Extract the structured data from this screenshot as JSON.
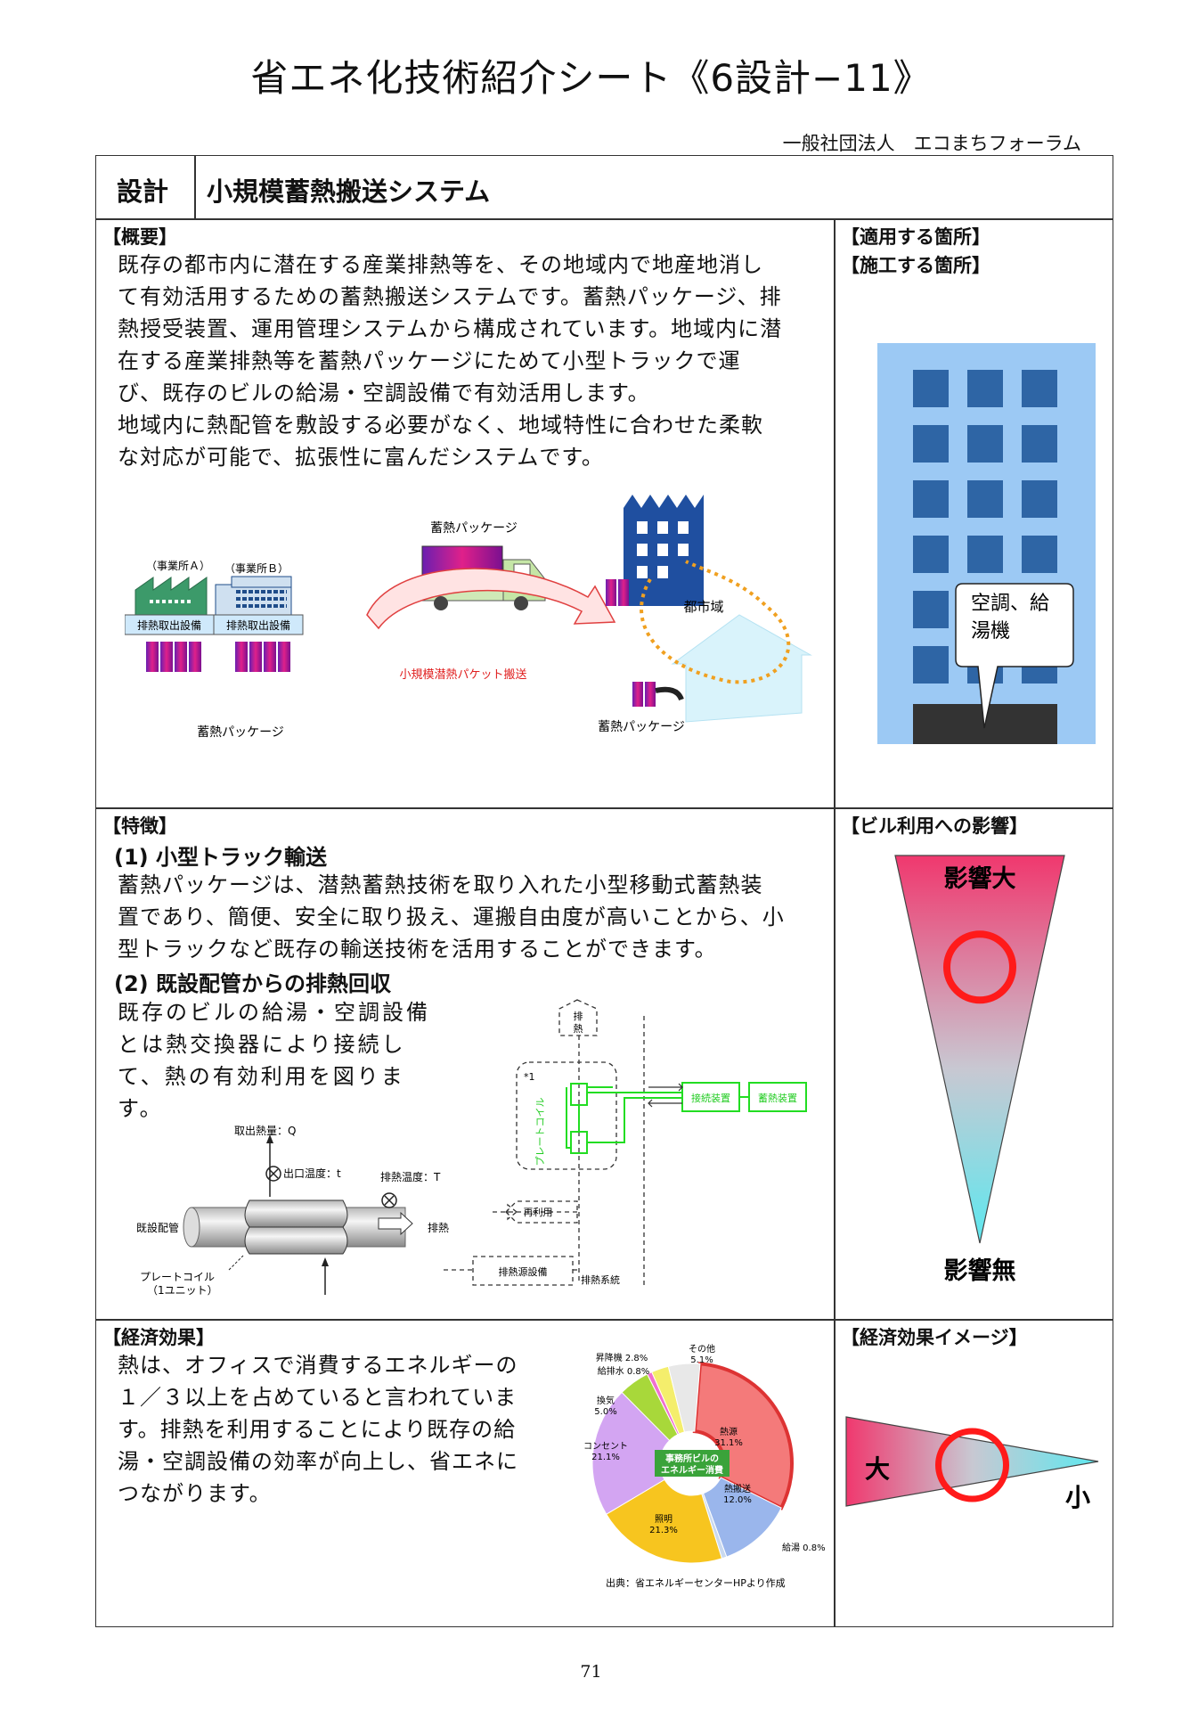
{
  "page": {
    "title": "省エネ化技術紹介シート《6設計−11》",
    "organization": "一般社団法人　エコまちフォーラム",
    "page_number": "71"
  },
  "header": {
    "category": "設計",
    "technology_name": "小規模蓄熱搬送システム"
  },
  "overview": {
    "label": "【概要】",
    "lines": [
      "既存の都市内に潜在する産業排熱等を、その地域内で地産地消し",
      "て有効活用するための蓄熱搬送システムです。蓄熱パッケージ、排",
      "熱授受装置、運用管理システムから構成されています。地域内に潜",
      "在する産業排熱等を蓄熱パッケージにためて小型トラックで運",
      "び、既存のビルの給湯・空調設備で有効活用します。",
      "地域内に熱配管を敷設する必要がなく、地域特性に合わせた柔軟",
      "な対応が可能で、拡張性に富んだシステムです。"
    ],
    "diagram": {
      "truck_label": "蓄熱パッケージ",
      "office_a": "（事業所Ａ）",
      "office_b": "（事業所Ｂ）",
      "equipment_a": "排熱取出設備",
      "equipment_b": "排熱取出設備",
      "packages_left": "蓄熱パッケージ",
      "transport": "小規模潜熱パケット搬送",
      "city_area": "都市域",
      "packages_right": "蓄熱パッケージ"
    }
  },
  "application": {
    "label_1": "【適用する箇所】",
    "label_2": "【施工する箇所】",
    "callout_line1": "空調、給",
    "callout_line2": "湯機"
  },
  "features": {
    "label": "【特徴】",
    "sub1_title": "(1) 小型トラック輸送",
    "sub1_lines": [
      "蓄熱パッケージは、潜熱蓄熱技術を取り入れた小型移動式蓄熱装",
      "置であり、簡便、安全に取り扱え、運搬自由度が高いことから、小",
      "型トラックなど既存の輸送技術を活用することができます。"
    ],
    "sub2_title": "(2) 既設配管からの排熱回収",
    "sub2_lines": [
      "既存のビルの給湯・空調設備",
      "とは熱交換器により接続し",
      "て、熱の有効利用を図りま",
      "す。"
    ],
    "pipe_diagram": {
      "heat_taken": "取出熱量：Q",
      "outlet_temp": "出口温度：t",
      "exhaust_temp": "排熱温度：T",
      "existing_pipe": "既設配管",
      "exhaust": "排熱",
      "plate_coil": "プレートコイル",
      "unit": "（1ユニット）"
    },
    "flow_diagram": {
      "exhaust_vertical": "排熱",
      "mark": "*1",
      "plate_coil_vertical": "プレートコイル",
      "connection_device": "接続装置",
      "storage_device": "蓄熱装置",
      "reuse": "再利用",
      "source_equipment": "排熱源設備",
      "exhaust_system": "排熱系統"
    }
  },
  "impact": {
    "label": "【ビル利用への影響】",
    "top": "影響大",
    "bottom": "影響無",
    "level": 0.15
  },
  "economic": {
    "label": "【経済効果】",
    "lines": [
      "熱は、オフィスで消費するエネルギーの",
      "１／３以上を占めていると言われていま",
      "す。排熱を利用することにより既存の給",
      "湯・空調設備の効率が向上し、省エネに",
      "つながります。"
    ],
    "pie_center_line1": "事務所ビルの",
    "pie_center_line2": "エネルギー消費",
    "source": "出典：省エネルギーセンターHPより作成"
  },
  "economic_image": {
    "label": "【経済効果イメージ】",
    "large": "大",
    "small": "小",
    "level": 0.5
  },
  "colors": {
    "building": "#2e65a5",
    "building_bg": "#9cc9f4",
    "impact_top": "#f0386e",
    "impact_bottom": "#5de8ef",
    "marker": "#ff1a1a",
    "green": "#22dd22"
  },
  "chart_data": {
    "type": "pie",
    "title": "",
    "slices": [
      {
        "label": "熱源",
        "value": 31.1,
        "color": "#f47a7a"
      },
      {
        "label": "熱搬送",
        "value": 12.0,
        "color": "#9ab6ec"
      },
      {
        "label": "給湯",
        "value": 0.8,
        "color": "#c9d9ef"
      },
      {
        "label": "照明",
        "value": 21.3,
        "color": "#f7c51f"
      },
      {
        "label": "コンセント",
        "value": 21.1,
        "color": "#d3a5f2"
      },
      {
        "label": "換気",
        "value": 5.0,
        "color": "#a8d83a"
      },
      {
        "label": "給排水",
        "value": 0.8,
        "color": "#f06fcf"
      },
      {
        "label": "昇降機",
        "value": 2.8,
        "color": "#f4ee6c"
      },
      {
        "label": "その他",
        "value": 5.1,
        "color": "#e8e8e8"
      }
    ]
  }
}
